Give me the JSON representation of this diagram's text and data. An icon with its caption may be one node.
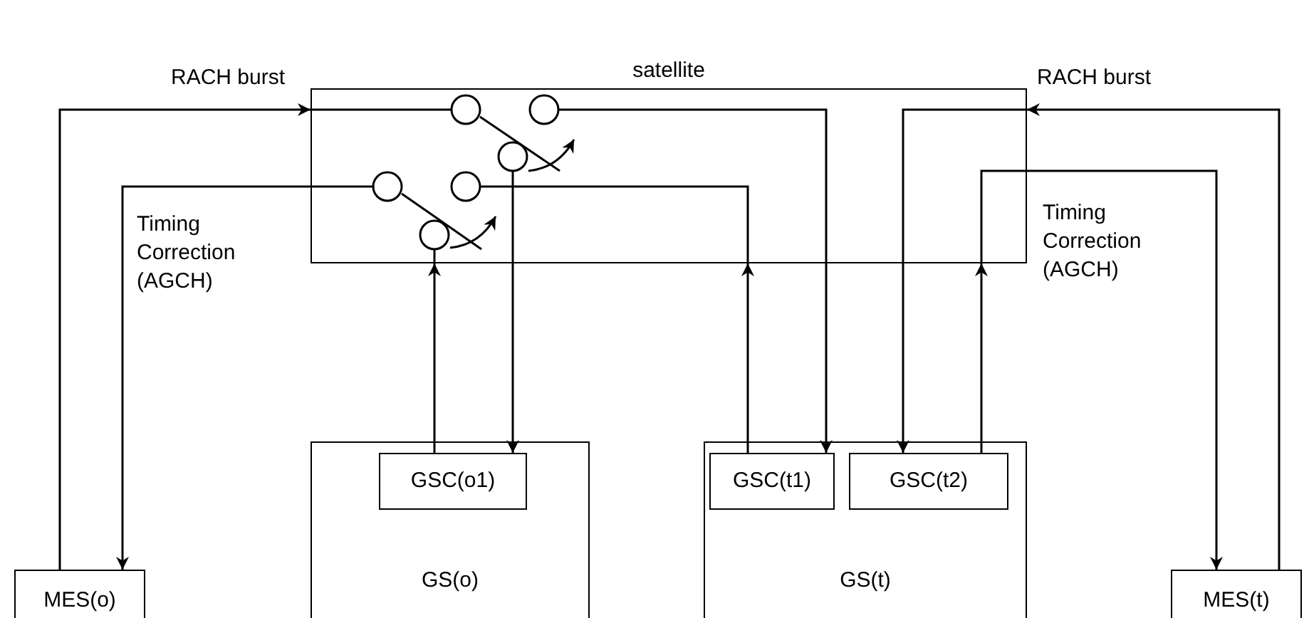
{
  "diagram": {
    "nodes": [
      {
        "text": [
          "satellite"
        ]
      },
      {
        "text": [
          "MES(o)"
        ]
      },
      {
        "text": [
          "GS(o)"
        ]
      },
      {
        "text": [
          "GSC(o1)"
        ],
        "in": 2
      },
      {
        "text": [
          "GS(t)"
        ]
      },
      {
        "text": [
          "GSC(t1)"
        ],
        "in": 4
      },
      {
        "text": [
          "GSC(t2)"
        ],
        "in": 4
      },
      {
        "text": [
          "MES(t)"
        ]
      }
    ],
    "edges": [
      {
        "from": 1,
        "to": 0,
        "arrow": "to",
        "label": "RACH burst"
      },
      {
        "from": 0,
        "to": 1,
        "arrow": "to",
        "label": "Timing Correction (AGCH)"
      },
      {
        "from": 3,
        "to": 0,
        "arrow": "to"
      },
      {
        "from": 0,
        "to": 3,
        "arrow": "to"
      },
      {
        "from": 5,
        "to": 0,
        "arrow": "to"
      },
      {
        "from": 0,
        "to": 5,
        "arrow": "to"
      },
      {
        "from": 7,
        "to": 0,
        "arrow": "to",
        "label": "RACH burst"
      },
      {
        "from": 0,
        "to": 6,
        "arrow": "to"
      },
      {
        "from": 6,
        "to": 0,
        "arrow": "to"
      },
      {
        "from": 0,
        "to": 7,
        "arrow": "to",
        "label": "Timing Correction (AGCH)"
      }
    ]
  }
}
